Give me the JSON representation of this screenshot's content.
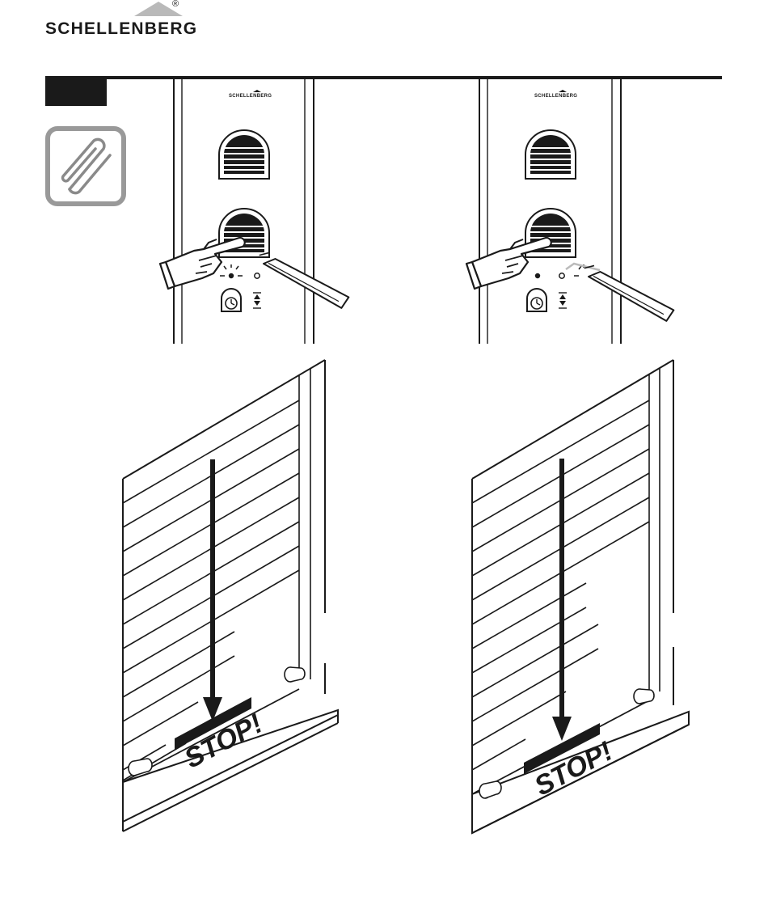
{
  "header": {
    "brand": "SCHELLENBERG",
    "registered_mark": "®"
  },
  "panels": [
    {
      "brand": "SCHELLENBERG",
      "led_state": "left-blinking"
    },
    {
      "brand": "SCHELLENBERG",
      "led_state": "right-blinking"
    }
  ],
  "shutters": [
    {
      "label": "STOP!"
    },
    {
      "label": "STOP!"
    }
  ]
}
